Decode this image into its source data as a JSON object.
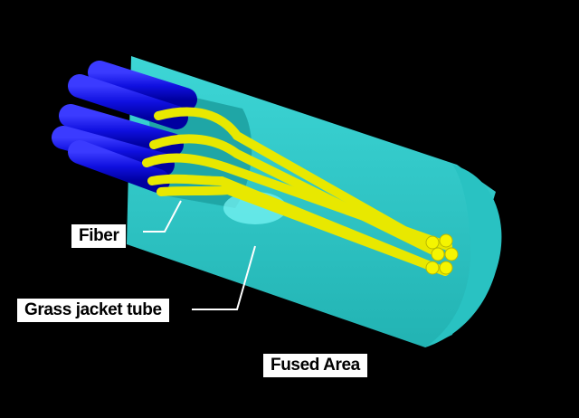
{
  "colors": {
    "background": "#000000",
    "tube": "#33cccc",
    "tube_end_face": "#2ebcbc",
    "fiber_core": "#e8e800",
    "fiber_jacket": "#1414e0",
    "label_box": "#ffffff",
    "leader_line": "#ffffff"
  },
  "labels": {
    "fiber": "Fiber",
    "jacket_tube": "Grass jacket tube",
    "fused_area": "Fused Area"
  }
}
